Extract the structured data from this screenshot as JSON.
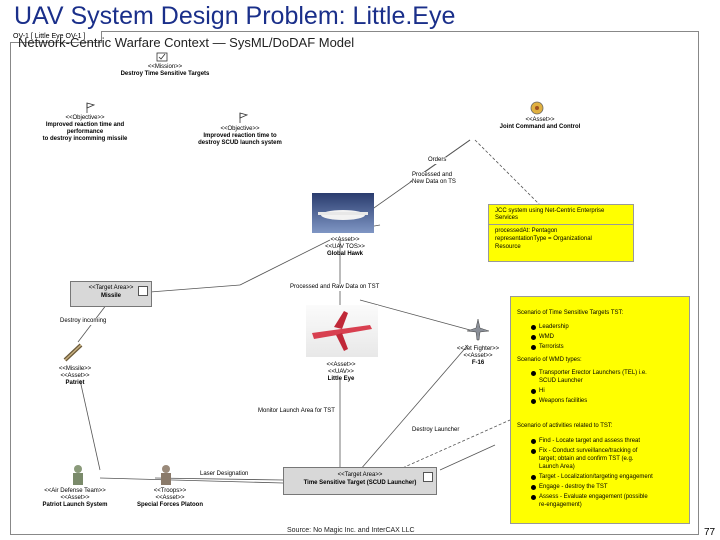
{
  "slide": {
    "title": "UAV System Design Problem: Little.Eye",
    "subtitle": "Network-Centric Warfare Context — SysML/DoDAF Model",
    "footer": "Source: No Magic Inc. and InterCAX LLC",
    "page_number": "77"
  },
  "diagram": {
    "frame_label": "OV-1 [ Little Eye OV-1 ]",
    "mission": {
      "stereotype": "<<Mission>>",
      "name": "Destroy Time Sensitive Targets"
    },
    "objective1": {
      "stereotype": "<<Objective>>",
      "name_line1": "Improved reaction time and",
      "name_line2": "performance",
      "name_line3": "to destroy incomming missile"
    },
    "objective2": {
      "stereotype": "<<Objective>>",
      "name_line1": "Improved reaction time to",
      "name_line2": "destroy SCUD launch system"
    },
    "jcc": {
      "stereotype": "<<Asset>>",
      "name": "Joint Command and Control"
    },
    "global_hawk": {
      "stereotype1": "<<Asset>>",
      "stereotype2": "<<UAV TOS>>",
      "name": "Global Hawk"
    },
    "missile": {
      "stereotype": "<<Target Area>>",
      "name": "Missile"
    },
    "patriot": {
      "stereotype": "<<Missile>>",
      "stereotype2": "<<Asset>>",
      "name": "Patriot"
    },
    "little_eye": {
      "stereotype1": "<<Asset>>",
      "stereotype2": "<<UAV>>",
      "name": "Little Eye"
    },
    "f16": {
      "stereotype1": "<<Jet Fighter>>",
      "stereotype2": "<<Asset>>",
      "name": "F-16"
    },
    "patriot_launch": {
      "stereotype1": "<<Air Defense Team>>",
      "stereotype2": "<<Asset>>",
      "name": "Patriot Launch System"
    },
    "special_forces": {
      "stereotype1": "<<Troops>>",
      "stereotype2": "<<Asset>>",
      "name": "Special Forces Platoon"
    },
    "tst": {
      "stereotype": "<<Target Area>>",
      "name": "Time Sensitive Target (SCUD Launcher)"
    },
    "edges": {
      "orders": "Orders",
      "processed_new_data_1": "Processed and",
      "processed_new_data_2": "New Data on TS",
      "processed_raw_data": "Processed and Raw Data on TST",
      "destroy_incoming": "Destroy incoming",
      "monitor_launch": "Monitor Launch Area for TST",
      "destroy_launcher": "Destroy Launcher",
      "laser_designation": "Laser Designation"
    },
    "jcc_note": {
      "title_line1": "JCC system using Net-Centric Enterprise",
      "title_line2": "Services",
      "line1": "processedAt: Pentagon",
      "line2": "representationType = Organizational",
      "line3": "Resource"
    },
    "tst_note": {
      "heading1": "Scenario of Time Sensitive Targets TST:",
      "bullets1": [
        "Leadership",
        "WMD",
        "Terrorists"
      ],
      "heading2": "Scenario of WMD types:",
      "bullets2": [
        "Transporter Erector Launchers (TEL) i.e.",
        "SCUD Launcher",
        "Hi",
        "Weapons facilities"
      ],
      "heading3": "Scenario of activities related to TST:",
      "bullets3": [
        "Find - Locate target and assess threat",
        "Fix - Conduct surveillance/tracking of",
        "target; obtain and confirm TST (e.g.",
        "Launch Area)",
        "Target - Localization/targeting engagement",
        "Engage - destroy the TST",
        "Assess - Evaluate engagement (possible",
        "re-engagement)"
      ]
    }
  }
}
